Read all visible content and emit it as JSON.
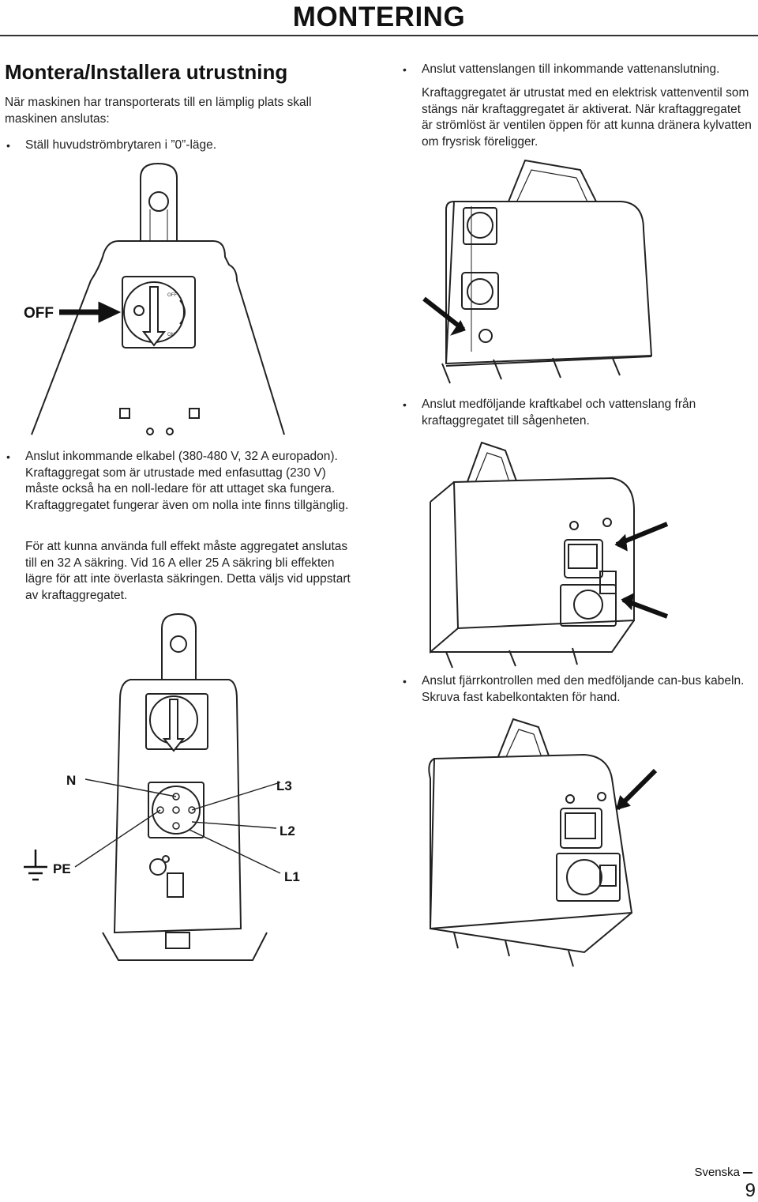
{
  "header": {
    "title": "MONTERING"
  },
  "section": {
    "title": "Montera/Installera utrustning",
    "intro": "När maskinen har transporterats till en lämplig plats skall maskinen anslutas:",
    "bullet1": "Ställ huvudströmbrytaren i ”0”-läge."
  },
  "fig1": {
    "off_label": "OFF",
    "switch_off": "OFF",
    "switch_on": "ON"
  },
  "right_top": {
    "bullet1": "Anslut vattenslangen till inkommande vattenanslutning.",
    "para": "Kraftaggregatet är utrustat med en elektrisk vattenventil som stängs när kraftaggregatet är aktiverat. När kraftaggregatet är strömlöst är ventilen öppen för att kunna dränera kylvatten om frysrisk föreligger."
  },
  "right_mid": {
    "bullet": "Anslut medföljande kraftkabel och vattenslang från kraftaggregatet till sågenheten."
  },
  "left_mid": {
    "bullet": "Anslut inkommande elkabel (380-480 V, 32 A europadon). Kraftaggregat som är utrustade med enfasuttag (230 V) måste också ha en noll-ledare för att uttaget ska fungera. Kraftaggregatet fungerar även om nolla inte finns tillgänglig.",
    "para": "För att kunna använda full effekt måste aggregatet anslutas till en 32 A säkring. Vid 16 A eller 25 A säkring bli effekten lägre för att inte överlasta säkringen. Detta väljs vid uppstart av kraftaggregatet."
  },
  "right_bottom": {
    "bullet": "Anslut fjärrkontrollen med den medföljande can-bus kabeln. Skruva fast kabelkontakten för hand."
  },
  "fig_wiring": {
    "n": "N",
    "l3": "L3",
    "l2": "L2",
    "l1": "L1",
    "pe": "PE"
  },
  "footer": {
    "language": "Svenska",
    "page": "9"
  }
}
